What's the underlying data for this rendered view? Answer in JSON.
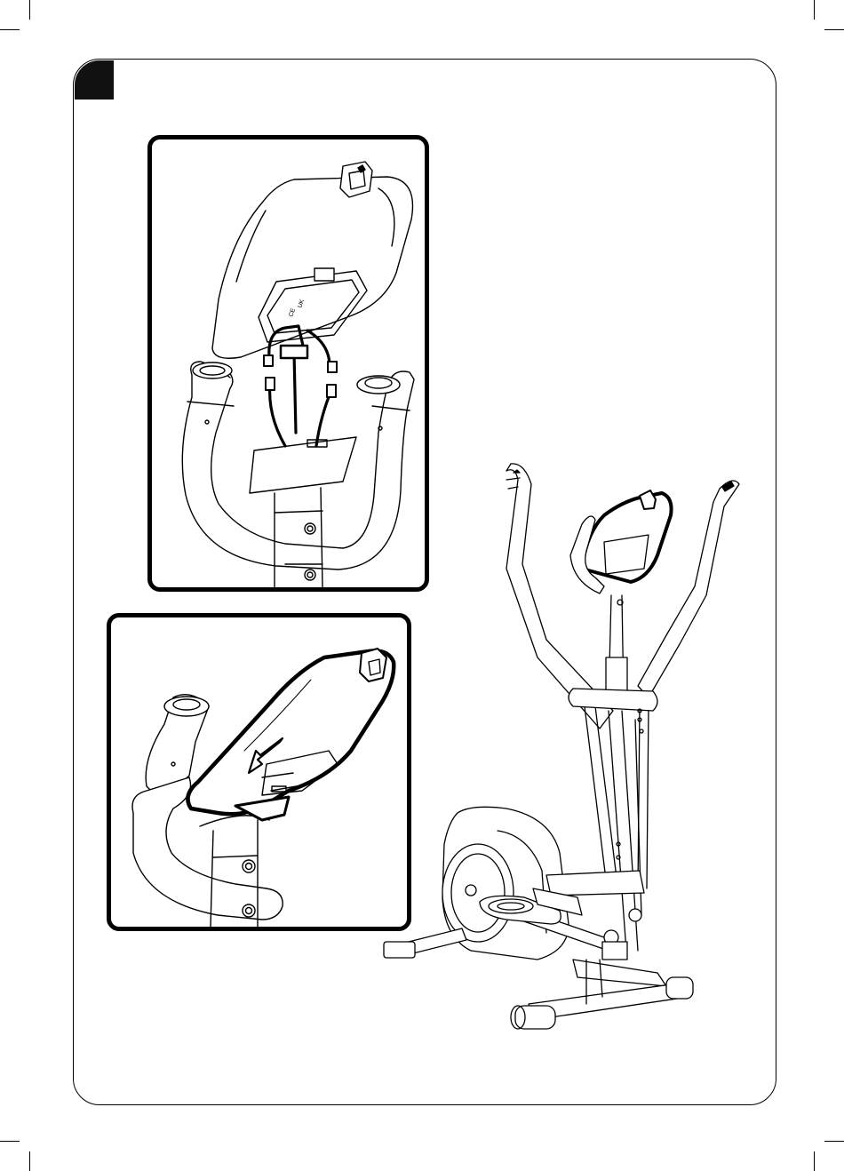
{
  "page": {
    "step_badge_text": "",
    "colors": {
      "ink": "#000000",
      "paper": "#ffffff",
      "fill": "#f2f2f2"
    }
  },
  "panels": [
    {
      "id": "detail-console-cables",
      "caption": ""
    },
    {
      "id": "detail-console-slide",
      "caption": ""
    }
  ],
  "console_marks": {
    "ce": "CE",
    "code": "UK"
  },
  "icons": [
    "arrow-left-down-icon",
    "cable-connector-icon",
    "bolt-icon"
  ]
}
